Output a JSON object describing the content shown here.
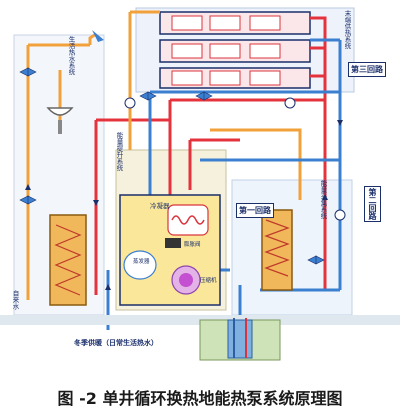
{
  "title": "图 -2 单井循环换热地能热泵系统原理图",
  "labels": {
    "circuit1": "第一回路",
    "circuit2": "第二回路",
    "circuit3": "第三回路",
    "heat_supply_system": "末端供热系统",
    "domestic_water_system": "生活热水系统",
    "energy_lift_system": "能量提升系统",
    "energy_collection_system": "能量采集系统",
    "winter_heating": "冬季供暖（日常生活热水）",
    "tap_water": "自来水",
    "condenser": "冷凝器",
    "evaporator": "蒸发器",
    "compressor": "压缩机",
    "expansion_valve": "膨胀阀"
  },
  "colors": {
    "hot_pipe": "#e5333d",
    "warm_pipe": "#f2a13a",
    "cold_pipe": "#3b7fd1",
    "unit_fill": "#fbe79a",
    "exchanger_fill": "#f0b85a",
    "well_fill": "#cfe3b8"
  }
}
